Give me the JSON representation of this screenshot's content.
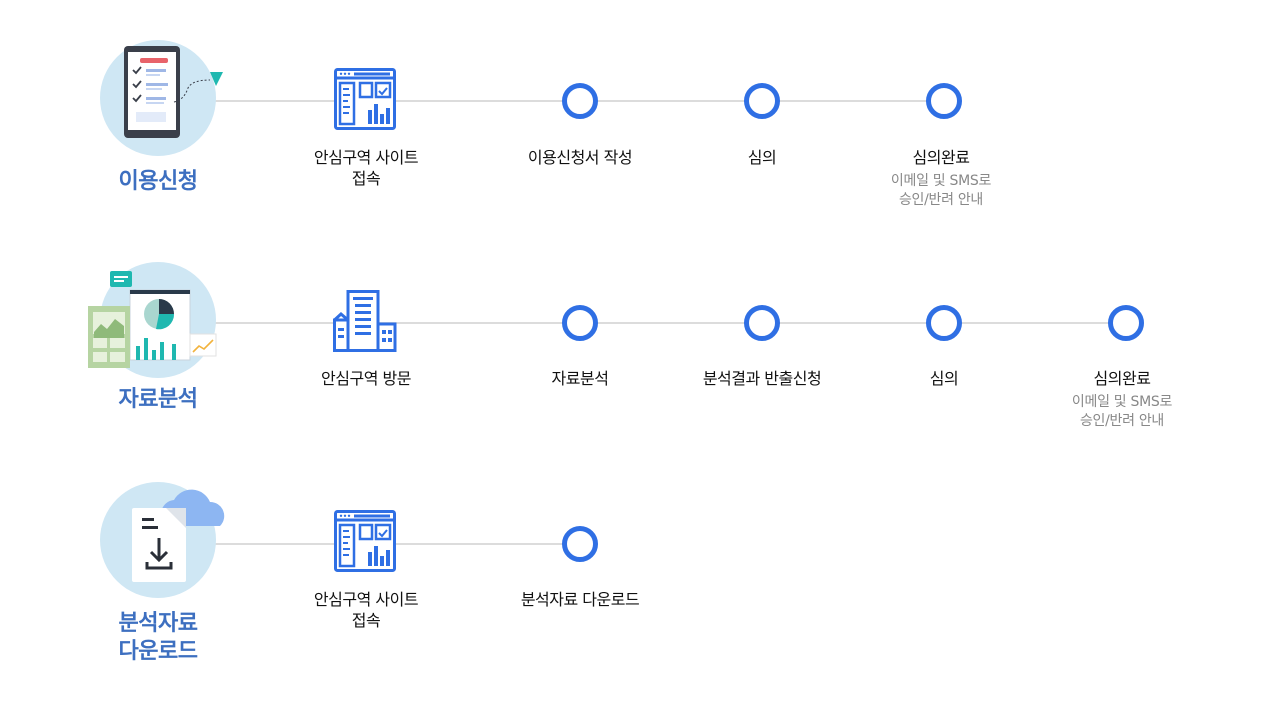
{
  "rows": [
    {
      "title": "이용신청",
      "steps": [
        {
          "label_1": "안심구역 사이트",
          "label_2": "접속"
        },
        {
          "label": "이용신청서 작성"
        },
        {
          "label": "심의"
        },
        {
          "label": "심의완료",
          "sub_1": "이메일 및 SMS로",
          "sub_2": "승인/반려 안내"
        }
      ]
    },
    {
      "title": "자료분석",
      "steps": [
        {
          "label": "안심구역 방문"
        },
        {
          "label": "자료분석"
        },
        {
          "label": "분석결과 반출신청"
        },
        {
          "label": "심의"
        },
        {
          "label": "심의완료",
          "sub_1": "이메일 및 SMS로",
          "sub_2": "승인/반려 안내"
        }
      ]
    },
    {
      "title_1": "분석자료",
      "title_2": "다운로드",
      "steps": [
        {
          "label_1": "안심구역 사이트",
          "label_2": "접속"
        },
        {
          "label": "분석자료 다운로드"
        }
      ]
    }
  ],
  "colors": {
    "node": "#2f6fe4",
    "title": "#3d6fc0",
    "line": "#dcdcdc",
    "illustration_bg": "#cfe7f4",
    "sub_text": "#888888"
  },
  "icons": [
    "application-form-icon",
    "website-screen-icon",
    "building-icon",
    "analytics-dashboard-icon",
    "cloud-download-icon"
  ]
}
